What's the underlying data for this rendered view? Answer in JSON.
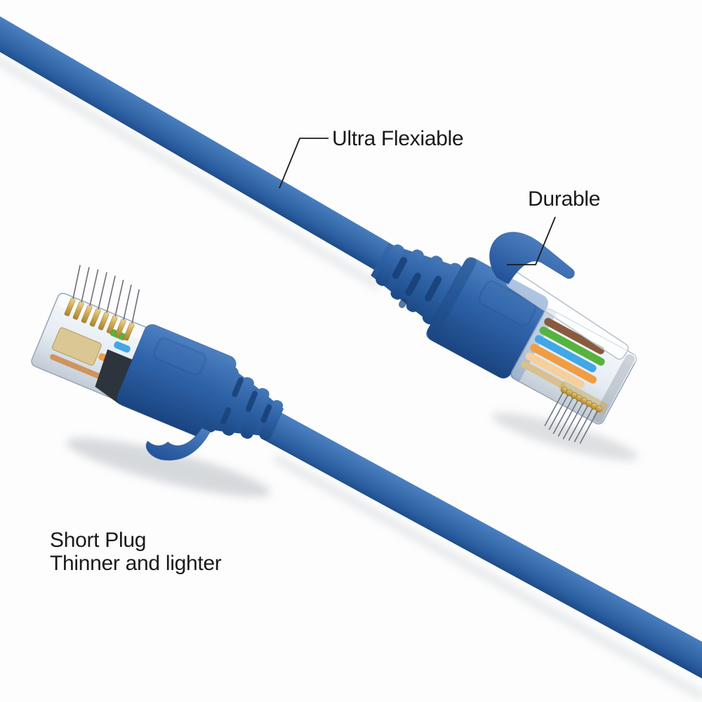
{
  "product": {
    "description": "Blue slim ethernet patch cable with two transparent RJ45 plugs shown on a white background",
    "scene": "product render, one connector pointing down-right, one pointing up-left, cable runs from top-left corner and exits bottom-right corner"
  },
  "labels": {
    "flexible": "Ultra Flexiable",
    "durable": "Durable",
    "short_plug_line1": "Short Plug",
    "short_plug_line2": "Thinner and lighter"
  },
  "colors": {
    "background": "#fdfdfd",
    "cable_blue": "#3a6fae",
    "cable_highlight": "#4a7ec0",
    "cable_shadow": "#1d4b88",
    "connector_body_blue": "#2f64aa",
    "clear_plastic": "#e4ebf2",
    "gold_contact": "#cda64e",
    "wire_orange": "#f09d42",
    "wire_light_orange": "#f6cf9b",
    "wire_green": "#55b43e",
    "wire_blue": "#41a7e6",
    "wire_brown": "#8a5a3c",
    "label_text": "#1a1a1a",
    "leader_line": "#1c1c1c"
  }
}
